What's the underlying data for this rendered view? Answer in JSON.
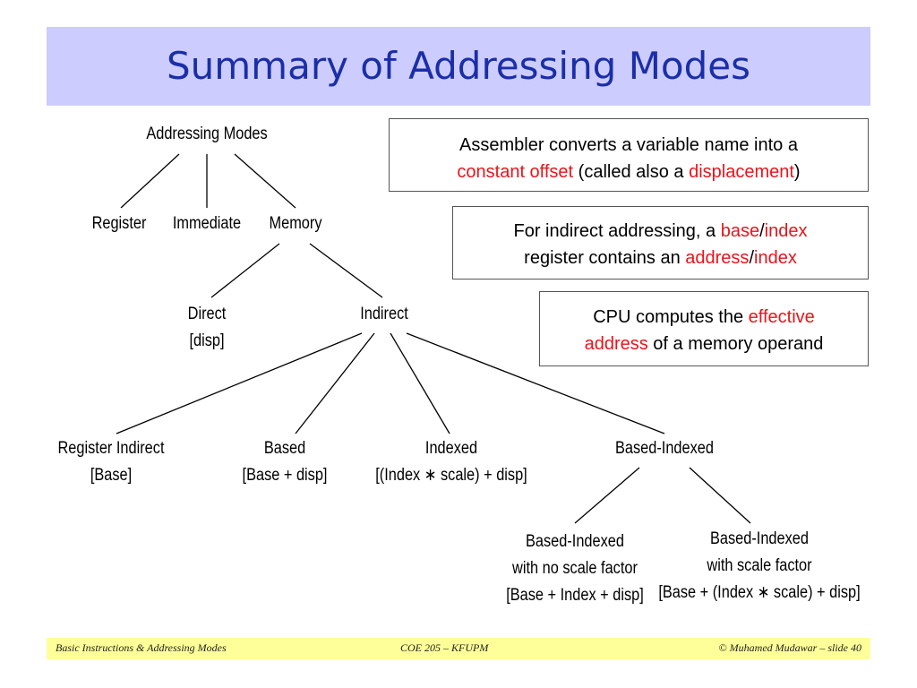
{
  "title": "Summary of Addressing Modes",
  "colors": {
    "title_bar": "#ccccff",
    "title_text": "#1a2ea8",
    "highlight": "#e8141b",
    "footer_bar": "#ffff99"
  },
  "tree": {
    "root": "Addressing Modes",
    "register": "Register",
    "immediate": "Immediate",
    "memory": "Memory",
    "direct": {
      "name": "Direct",
      "form": "[disp]"
    },
    "indirect": "Indirect",
    "register_indirect": {
      "name": "Register Indirect",
      "form": "[Base]"
    },
    "based": {
      "name": "Based",
      "form": "[Base + disp]"
    },
    "indexed": {
      "name": "Indexed",
      "form": "[(Index ∗ scale) + disp]"
    },
    "based_indexed": "Based-Indexed",
    "bi_no_scale": {
      "line1": "Based-Indexed",
      "line2": "with no scale factor",
      "form": "[Base + Index + disp]"
    },
    "bi_scale": {
      "line1": "Based-Indexed",
      "line2": "with scale factor",
      "form": "[Base + (Index ∗ scale) + disp]"
    }
  },
  "callouts": {
    "c1": {
      "t1": "Assembler converts a variable name into a",
      "r1": "constant offset",
      "t2": " (called also a ",
      "r2": "displacement",
      "t3": ")"
    },
    "c2": {
      "t1": "For indirect addressing, a ",
      "r1": "base",
      "s1": "/",
      "r2": "index",
      "t2": "register contains an ",
      "r3": "address",
      "s2": "/",
      "r4": "index"
    },
    "c3": {
      "t1": "CPU computes the ",
      "r1": "effective",
      "r2": "address",
      "t2": " of a memory operand"
    }
  },
  "footer": {
    "left": "Basic Instructions & Addressing Modes",
    "center": "COE 205 – KFUPM",
    "right": "© Muhamed Mudawar – slide 40"
  }
}
